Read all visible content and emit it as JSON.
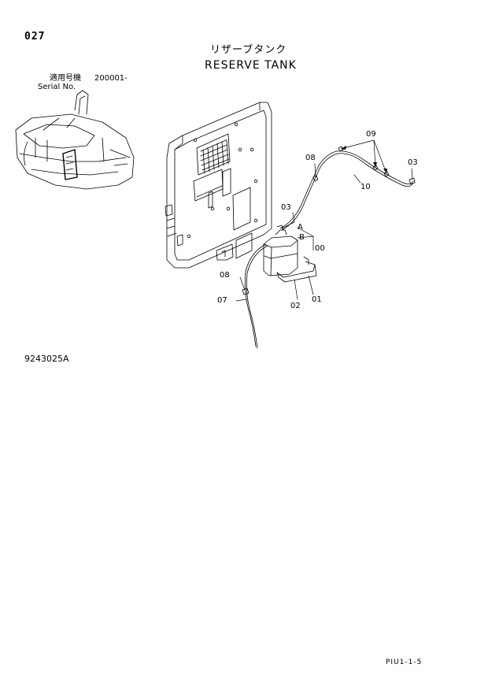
{
  "header": {
    "page_number": "027",
    "title_jp": "リザーブタンク",
    "title_en": "RESERVE TANK",
    "serial_label_jp": "適用号機",
    "serial_value": "200001-",
    "serial_label_en": "Serial No."
  },
  "callouts": {
    "c03_top": "03",
    "c08_top": "08",
    "c09": "09",
    "c10": "10",
    "c03_mid": "03",
    "cA": "A",
    "cB": "B",
    "c00": "00",
    "c08_left": "08",
    "c07": "07",
    "c02": "02",
    "c01": "01"
  },
  "figure_id": "9243025A",
  "footer": {
    "code": "PIU1-1-5"
  }
}
